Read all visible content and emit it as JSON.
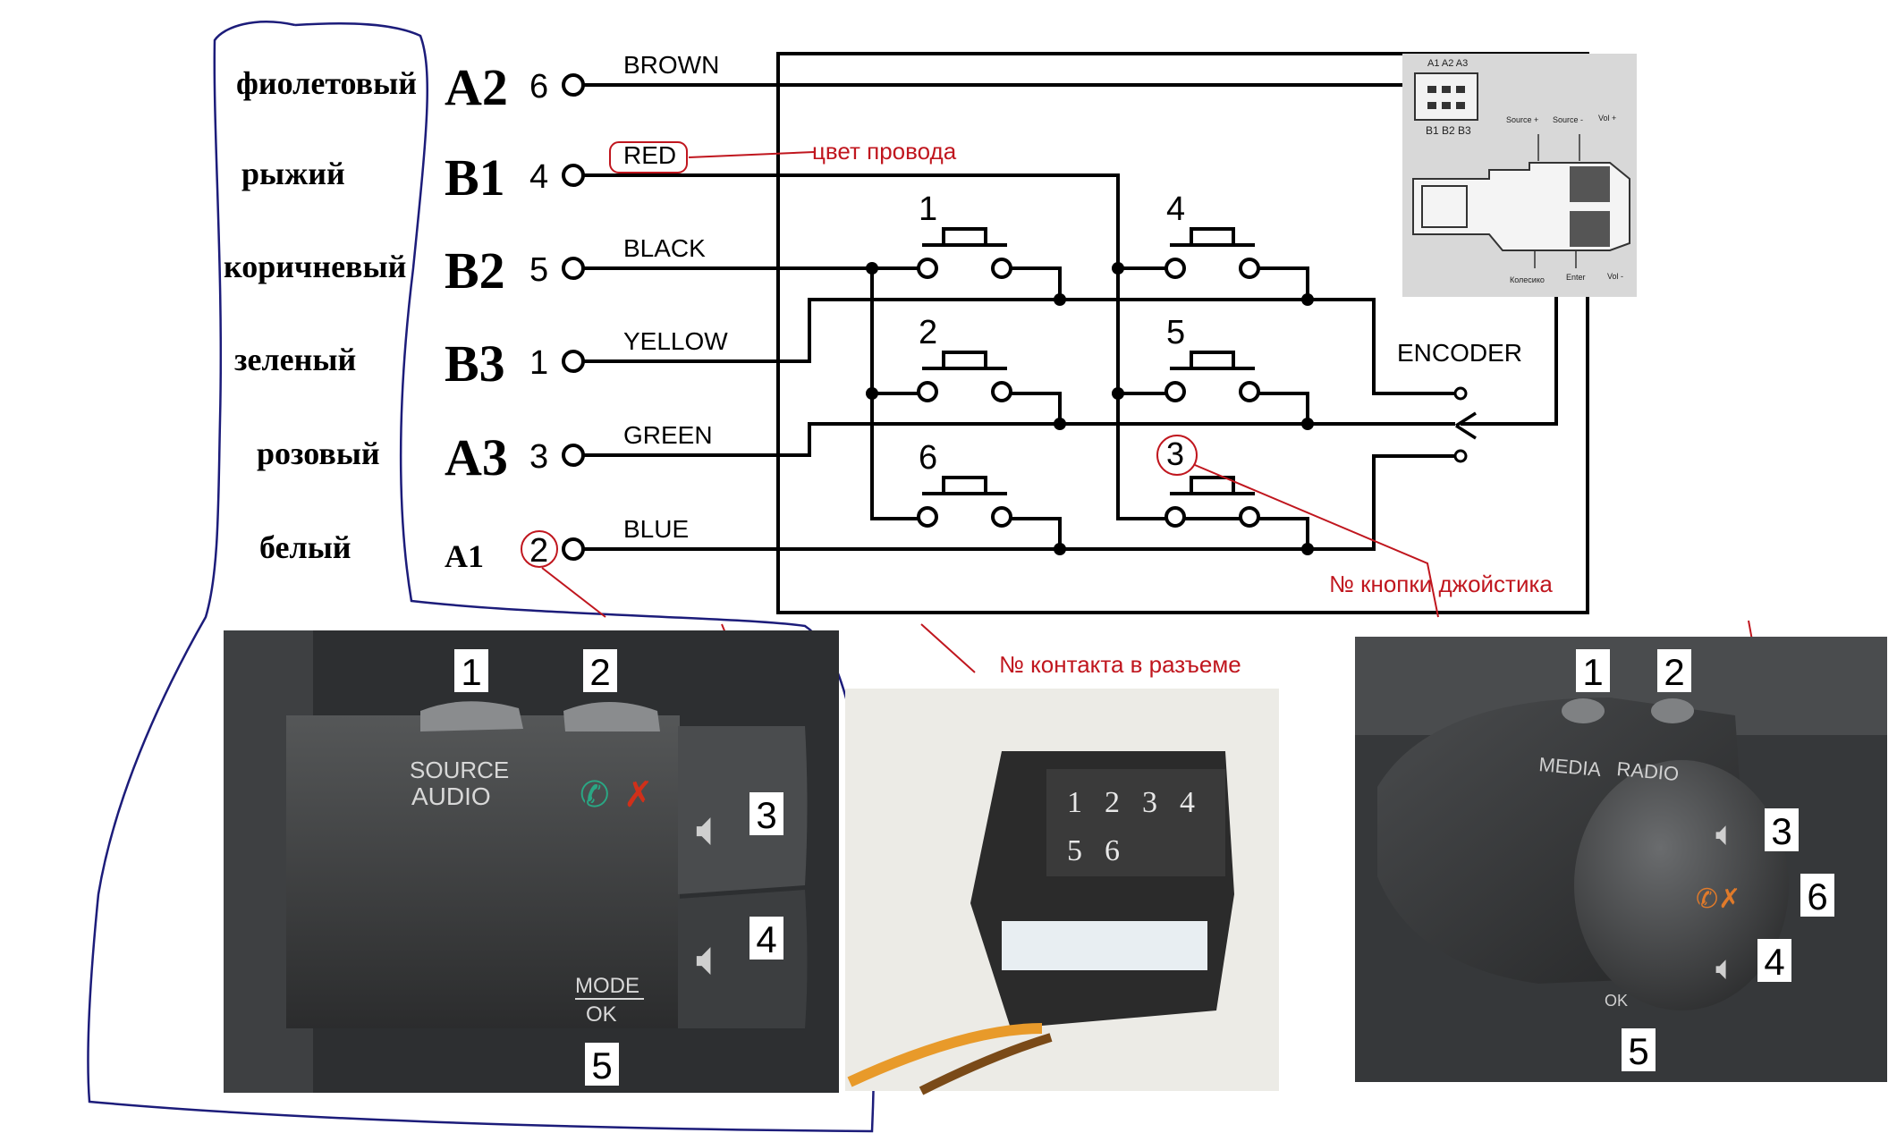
{
  "colors": {
    "wire": "#000000",
    "annotation": "#c0161e",
    "outline": "#1c1c7a",
    "photo_dark": "#3a3c3e",
    "photo_light": "#dedcd6"
  },
  "pins": [
    {
      "ru": "фиолетовый",
      "code": "A2",
      "num": "6",
      "wire": "BROWN"
    },
    {
      "ru": "рыжий",
      "code": "B1",
      "num": "4",
      "wire": "RED"
    },
    {
      "ru": "коричневый",
      "code": "B2",
      "num": "5",
      "wire": "BLACK"
    },
    {
      "ru": "зеленый",
      "code": "B3",
      "num": "1",
      "wire": "YELLOW"
    },
    {
      "ru": "розовый",
      "code": "A3",
      "num": "3",
      "wire": "GREEN"
    },
    {
      "ru": "белый",
      "code": "A1",
      "num": "2",
      "wire": "BLUE"
    }
  ],
  "buttons": [
    "1",
    "2",
    "6",
    "4",
    "5",
    "3"
  ],
  "encoder_label": "ENCODER",
  "annotations": {
    "wire_color": "цвет провода",
    "joystick_button": "№ кнопки джойстика",
    "connector_contact": "№ контакта в разъеме"
  },
  "inset": {
    "pins": [
      "A1",
      "A2",
      "A3"
    ],
    "pins_bottom": [
      "B1",
      "B2",
      "B3"
    ],
    "labels": [
      "Source +",
      "Source -",
      "Vol +",
      "Колесико",
      "Enter",
      "Vol -"
    ]
  },
  "left_photo": {
    "source": "SOURCE",
    "audio": "AUDIO",
    "mode": "MODE",
    "ok": "OK",
    "numbers": [
      "1",
      "2",
      "3",
      "4",
      "5"
    ]
  },
  "connector_photo": {
    "top_row": [
      "1",
      "2",
      "3",
      "4"
    ],
    "bottom_row": [
      "5",
      "6"
    ]
  },
  "right_photo": {
    "media": "MEDIA",
    "radio": "RADIO",
    "ok": "OK",
    "numbers": [
      "1",
      "2",
      "3",
      "6",
      "4",
      "5"
    ]
  }
}
